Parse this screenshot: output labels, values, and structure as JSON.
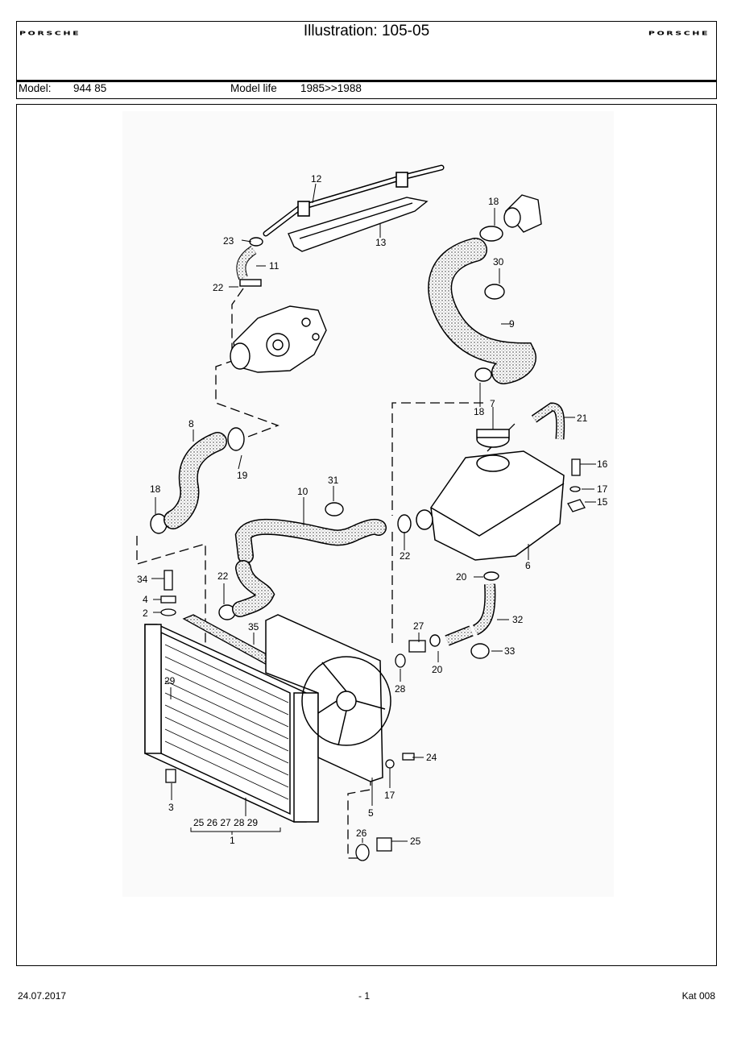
{
  "header": {
    "brand_left": "PORSCHE",
    "brand_right": "PORSCHE",
    "title": "Illustration: 105-05",
    "model_label": "Model:",
    "model_value": "944 85",
    "model_life_label": "Model life",
    "model_life_value": "1985>>1988"
  },
  "diagram": {
    "callouts": [
      {
        "id": "c12",
        "label": "12"
      },
      {
        "id": "c13",
        "label": "13"
      },
      {
        "id": "c18a",
        "label": "18"
      },
      {
        "id": "c23",
        "label": "23"
      },
      {
        "id": "c11",
        "label": "11"
      },
      {
        "id": "c30",
        "label": "30"
      },
      {
        "id": "c22a",
        "label": "22"
      },
      {
        "id": "c9",
        "label": "9"
      },
      {
        "id": "c18b",
        "label": "18"
      },
      {
        "id": "c7",
        "label": "7"
      },
      {
        "id": "c21",
        "label": "21"
      },
      {
        "id": "c8",
        "label": "8"
      },
      {
        "id": "c19",
        "label": "19"
      },
      {
        "id": "c16",
        "label": "16"
      },
      {
        "id": "c31",
        "label": "31"
      },
      {
        "id": "c10",
        "label": "10"
      },
      {
        "id": "c17a",
        "label": "17"
      },
      {
        "id": "c15",
        "label": "15"
      },
      {
        "id": "c18c",
        "label": "18"
      },
      {
        "id": "c22b",
        "label": "22"
      },
      {
        "id": "c6",
        "label": "6"
      },
      {
        "id": "c34",
        "label": "34"
      },
      {
        "id": "c22c",
        "label": "22"
      },
      {
        "id": "c20a",
        "label": "20"
      },
      {
        "id": "c4",
        "label": "4"
      },
      {
        "id": "c2",
        "label": "2"
      },
      {
        "id": "c35",
        "label": "35"
      },
      {
        "id": "c27",
        "label": "27"
      },
      {
        "id": "c32",
        "label": "32"
      },
      {
        "id": "c33",
        "label": "33"
      },
      {
        "id": "c29",
        "label": "29"
      },
      {
        "id": "c20b",
        "label": "20"
      },
      {
        "id": "c28",
        "label": "28"
      },
      {
        "id": "c24",
        "label": "24"
      },
      {
        "id": "c17b",
        "label": "17"
      },
      {
        "id": "c3",
        "label": "3"
      },
      {
        "id": "c5",
        "label": "5"
      },
      {
        "id": "c25",
        "label": "25"
      },
      {
        "id": "c26",
        "label": "26"
      },
      {
        "id": "c1",
        "label": "1"
      }
    ],
    "group_label": "25 26 27 28 29"
  },
  "footer": {
    "date": "24.07.2017",
    "page": "- 1",
    "catalog": "Kat 008"
  }
}
